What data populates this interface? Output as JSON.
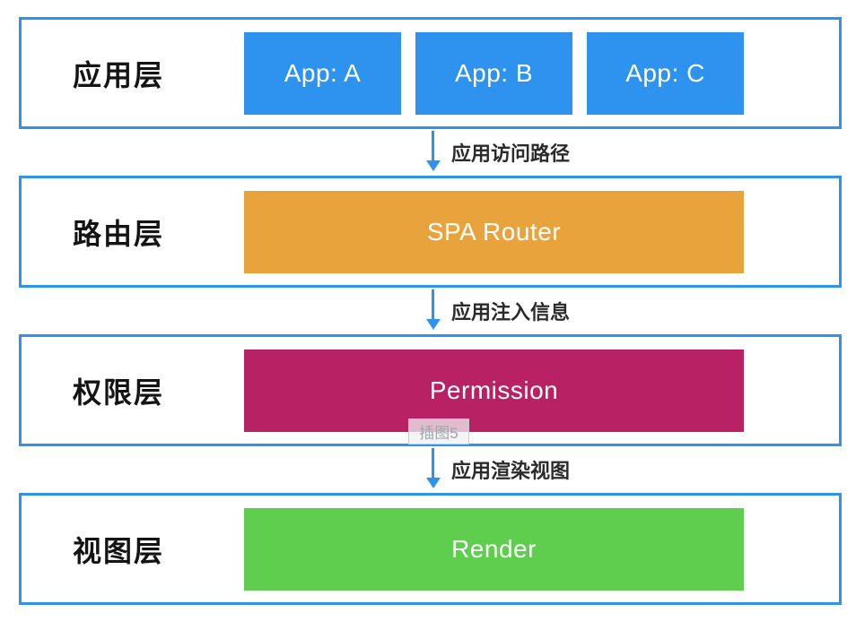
{
  "colors": {
    "accent": "#2E93EE",
    "app": "#2E93EE",
    "router": "#E9A33D",
    "permission": "#B82163",
    "render": "#5FCE4F",
    "box_text": "#FFFFFF",
    "label_text": "#141414",
    "connector_text": "#2B2B2B"
  },
  "layers": [
    {
      "label": "应用层",
      "boxes": [
        {
          "label": "App: A"
        },
        {
          "label": "App: B"
        },
        {
          "label": "App: C"
        }
      ]
    },
    {
      "label": "路由层",
      "boxes": [
        {
          "label": "SPA Router"
        }
      ]
    },
    {
      "label": "权限层",
      "boxes": [
        {
          "label": "Permission"
        }
      ]
    },
    {
      "label": "视图层",
      "boxes": [
        {
          "label": "Render"
        }
      ]
    }
  ],
  "connectors": [
    {
      "label": "应用访问路径"
    },
    {
      "label": "应用注入信息"
    },
    {
      "label": "应用渲染视图"
    }
  ],
  "watermark": {
    "label": "插图5"
  }
}
